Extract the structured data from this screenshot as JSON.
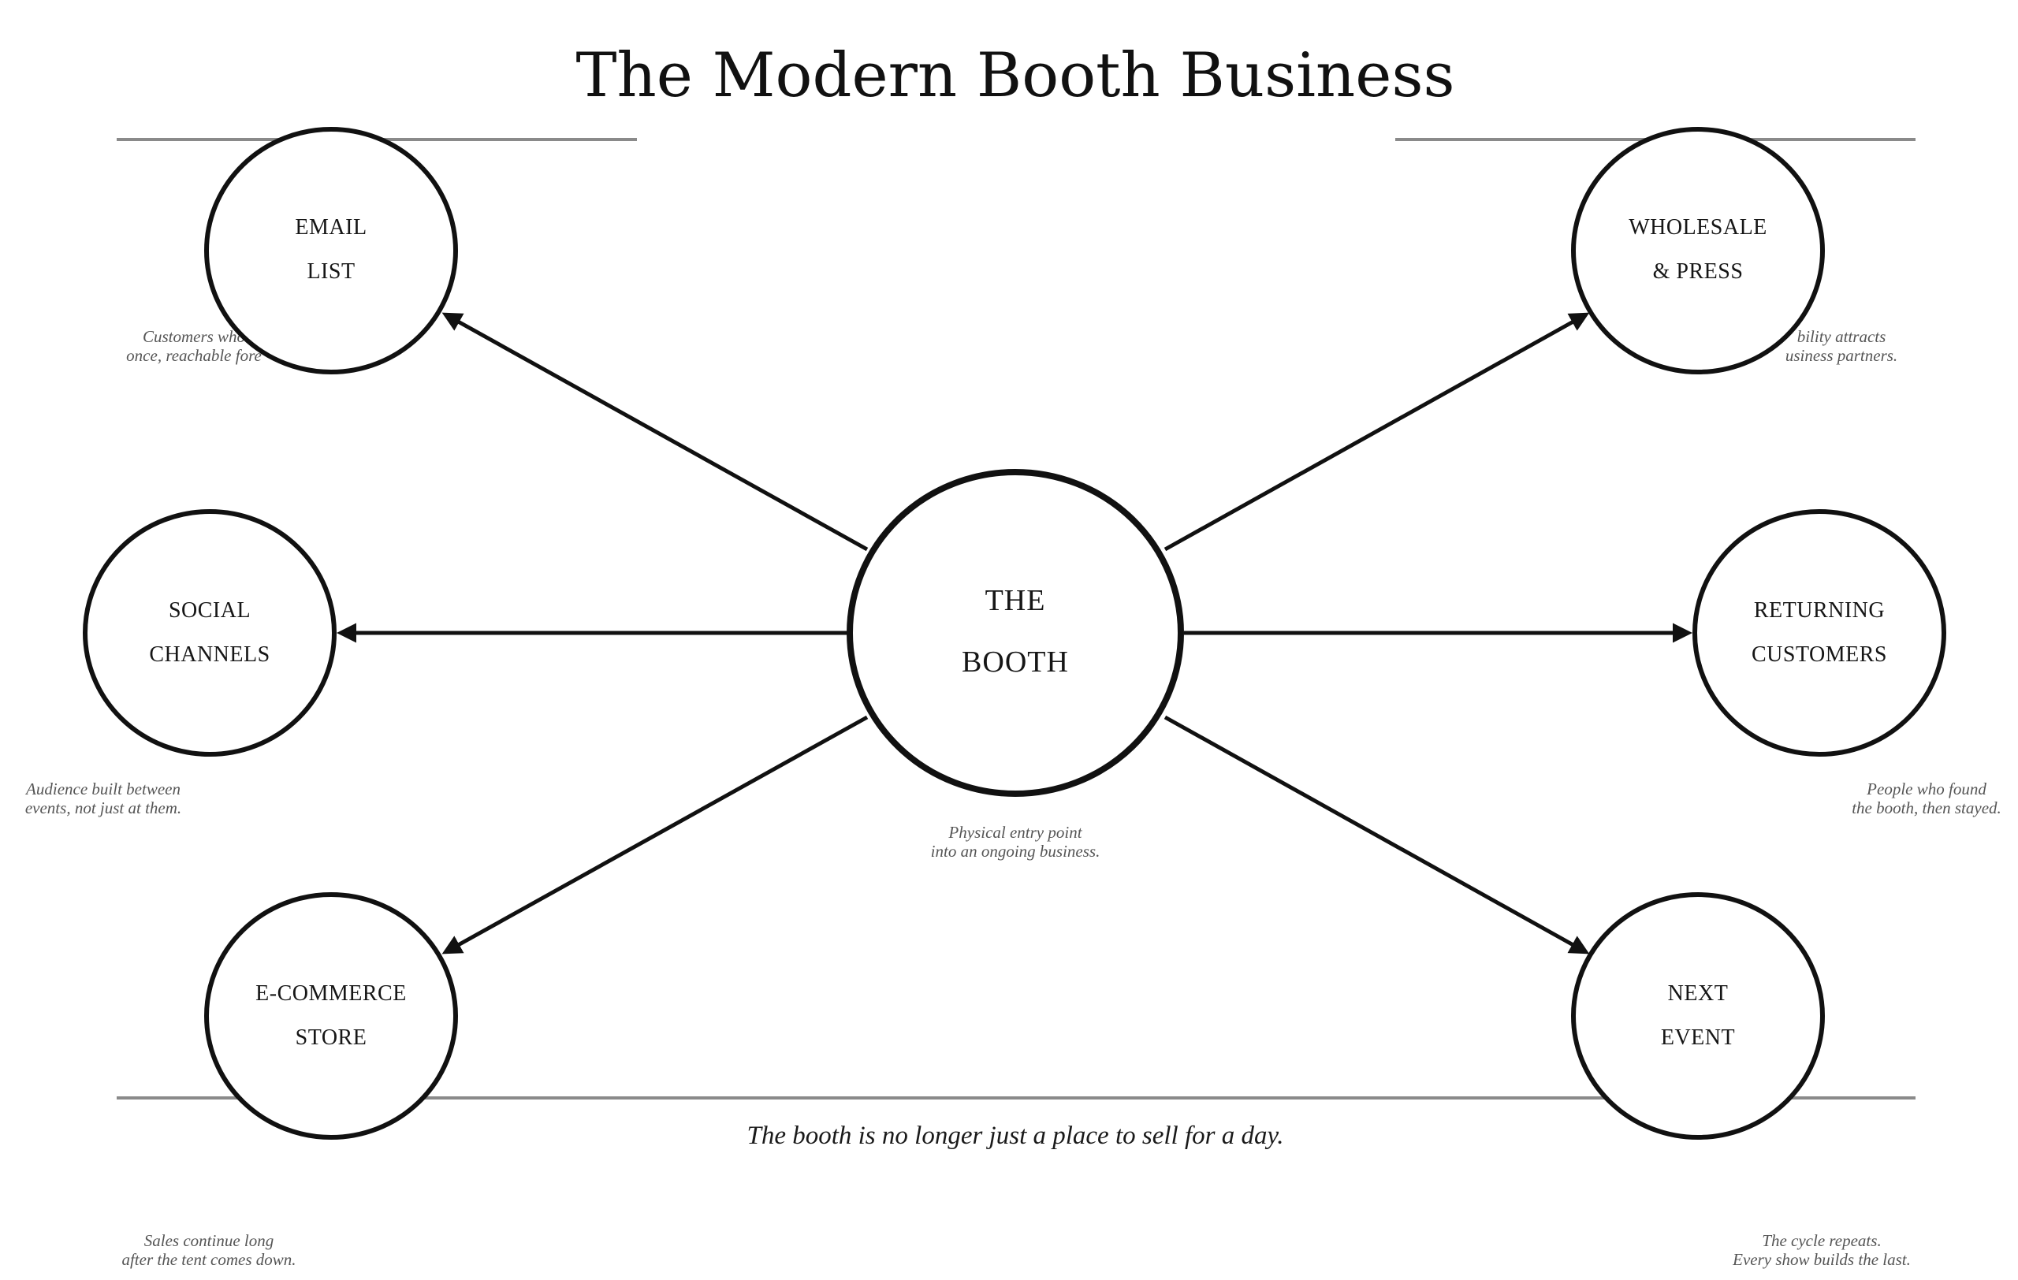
{
  "title": "The Modern Booth Business",
  "center": {
    "line1": "THE",
    "line2": "BOOTH",
    "note1": "Physical entry point",
    "note2": "into an ongoing business."
  },
  "nodes": {
    "email": {
      "line1": "EMAIL",
      "line2": "LIST",
      "note1": "Customers who",
      "note2": "once, reachable fore"
    },
    "social": {
      "line1": "SOCIAL",
      "line2": "CHANNELS",
      "note1": "Audience built between",
      "note2": "events, not just at them."
    },
    "ecommerce": {
      "line1": "E-COMMERCE",
      "line2": "STORE",
      "note1": "Sales continue long",
      "note2": "after the tent comes down."
    },
    "wholesale": {
      "line1": "WHOLESALE",
      "line2": "& PRESS",
      "note1": "bility attracts",
      "note2": "usiness partners."
    },
    "returning": {
      "line1": "RETURNING",
      "line2": "CUSTOMERS",
      "note1": "People who found",
      "note2": "the booth, then stayed."
    },
    "next_event": {
      "line1": "NEXT",
      "line2": "EVENT",
      "note1": "The cycle repeats.",
      "note2": "Every show builds the last."
    }
  },
  "tagline": "The booth is no longer just a place to sell for a day.",
  "colors": {
    "ink": "#111111",
    "rule": "#8a8a8a",
    "note": "#555555",
    "background": "#ffffff"
  }
}
